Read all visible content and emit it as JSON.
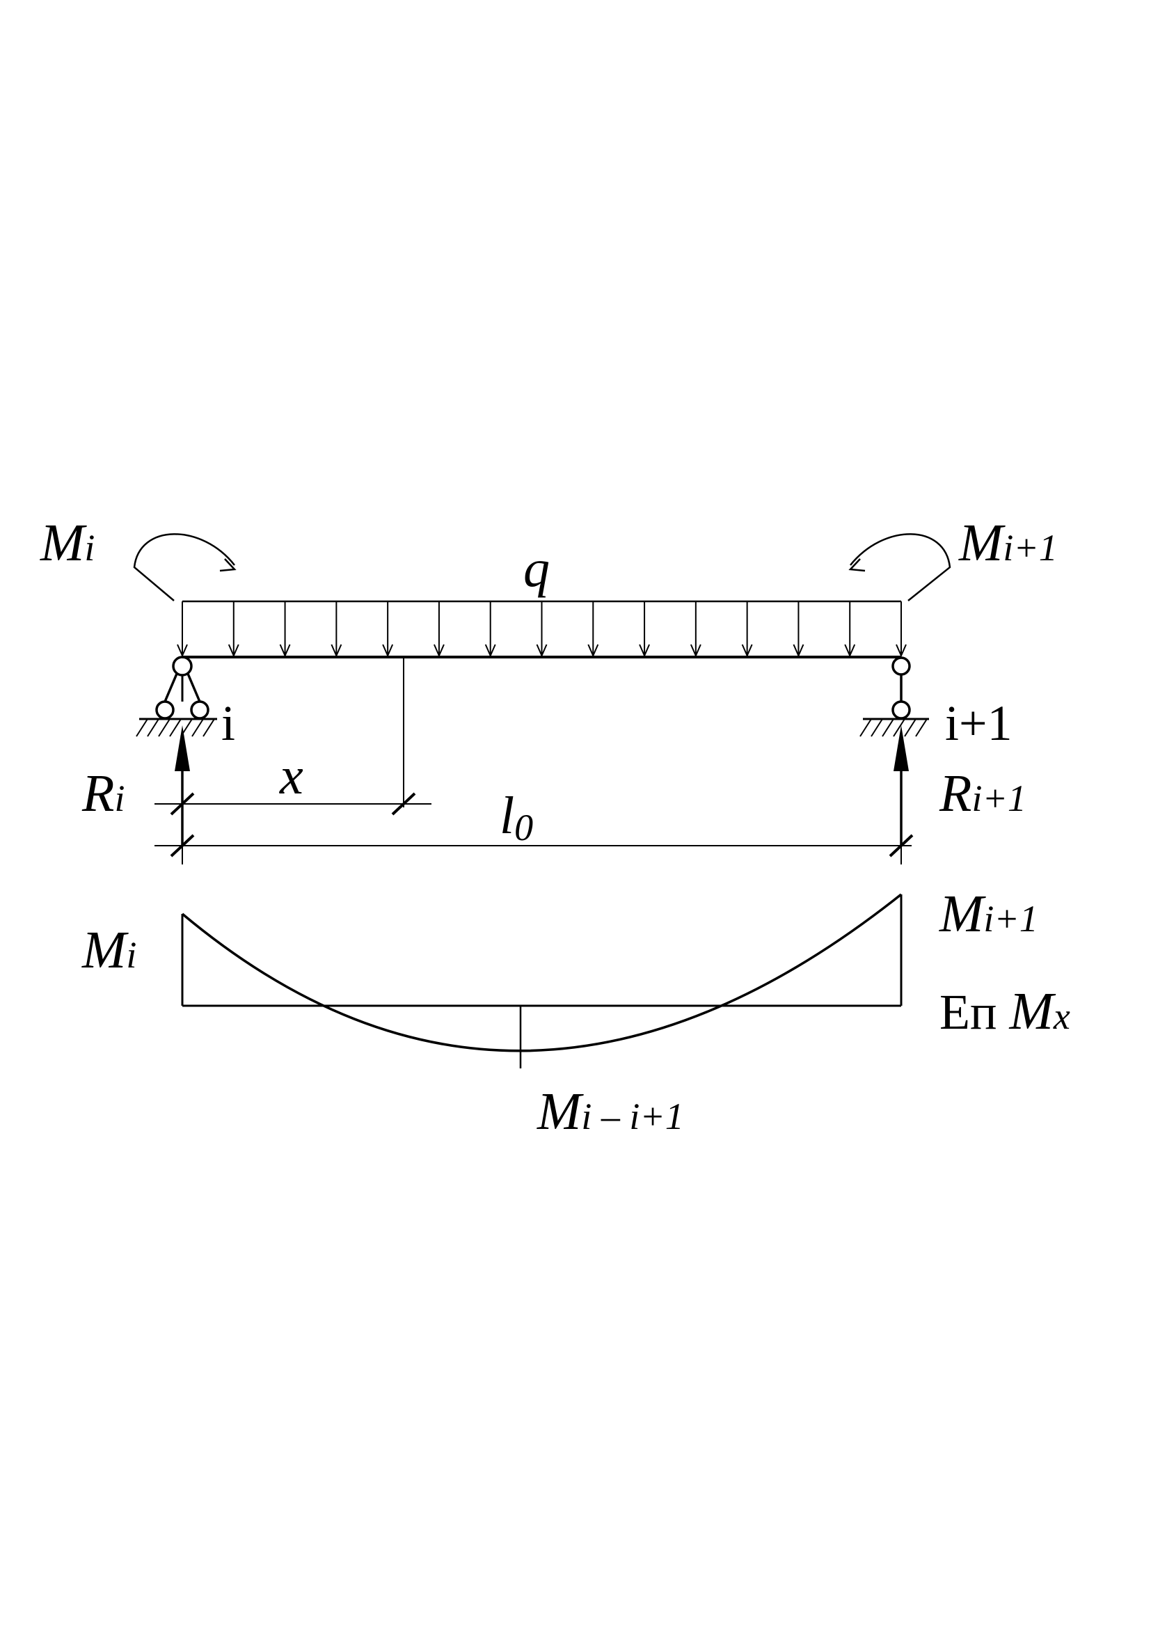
{
  "moments": {
    "left_symbol": "M",
    "left_sub": "i",
    "right_symbol": "M",
    "right_sub": "i+1"
  },
  "load": {
    "symbol": "q"
  },
  "supports": {
    "left_label": "i",
    "right_label": "i+1"
  },
  "reactions": {
    "left_symbol": "R",
    "left_sub": "i",
    "right_symbol": "R",
    "right_sub": "i+1"
  },
  "dimensions": {
    "x_label": "x",
    "span_symbol": "l",
    "span_sub": "0"
  },
  "diagram": {
    "left_symbol": "M",
    "left_sub": "i",
    "right_symbol": "M",
    "right_sub": "i+1",
    "mid_symbol": "M",
    "mid_sub": "i – i+1",
    "title_prefix": "Еп",
    "title_symbol": "M",
    "title_sub": "x"
  }
}
